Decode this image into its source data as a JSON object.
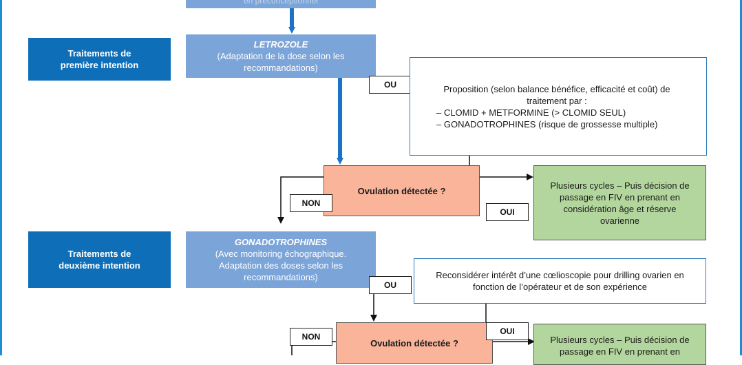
{
  "top_box": {
    "fragment": "en préconceptionnel"
  },
  "row1": {
    "label": "Traitements de première intention",
    "treatment_title": "LETROZOLE",
    "treatment_detail": "(Adaptation de la dose selon les recommandations)",
    "or_tag": "OU",
    "proposal": {
      "intro": "Proposition (selon balance bénéfice, efficacité et coût) de traitement par :",
      "options": [
        "– CLOMID + METFORMINE (> CLOMID SEUL)",
        "– GONADOTROPHINES (risque de grossesse multiple)"
      ]
    },
    "question": "Ovulation détectée ?",
    "no_tag": "NON",
    "yes_tag": "OUI",
    "outcome": "Plusieurs cycles – Puis décision de passage en FIV en prenant en considération âge et réserve ovarienne"
  },
  "row2": {
    "label": "Traitements de deuxième intention",
    "treatment_title": "GONADOTROPHINES",
    "treatment_detail": "(Avec monitoring échographique. Adaptation des doses selon les recommandations)",
    "or_tag": "OU",
    "proposal": "Reconsidérer intérêt d’une cœlioscopie pour drilling ovarien en fonction de l’opérateur et de son expérience",
    "question": "Ovulation détectée ?",
    "no_tag": "NON",
    "yes_tag": "OUI",
    "outcome": "Plusieurs cycles – Puis décision de passage en FIV en prenant en"
  },
  "colors": {
    "dark_blue": "#0e6fb8",
    "mid_blue": "#7ba4d9",
    "peach": "#f9b49a",
    "green": "#b3d69e",
    "arrow_blue": "#1a73c7",
    "frame_blue": "#1a8fd4"
  }
}
